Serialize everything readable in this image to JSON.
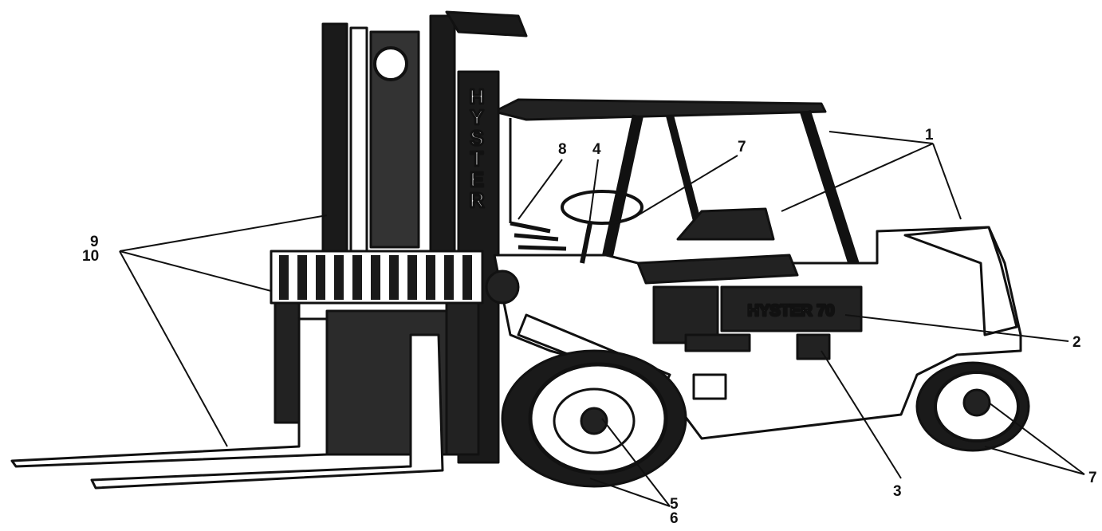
{
  "diagram": {
    "brand_mast": [
      "H",
      "Y",
      "S",
      "T",
      "E",
      "R"
    ],
    "brand_side": "HYSTER 70"
  },
  "callouts": {
    "c1": "1",
    "c2": "2",
    "c3": "3",
    "c4": "4",
    "c5": "5",
    "c6": "6",
    "c7a": "7",
    "c7b": "7",
    "c8": "8",
    "c9": "9",
    "c10": "10"
  }
}
